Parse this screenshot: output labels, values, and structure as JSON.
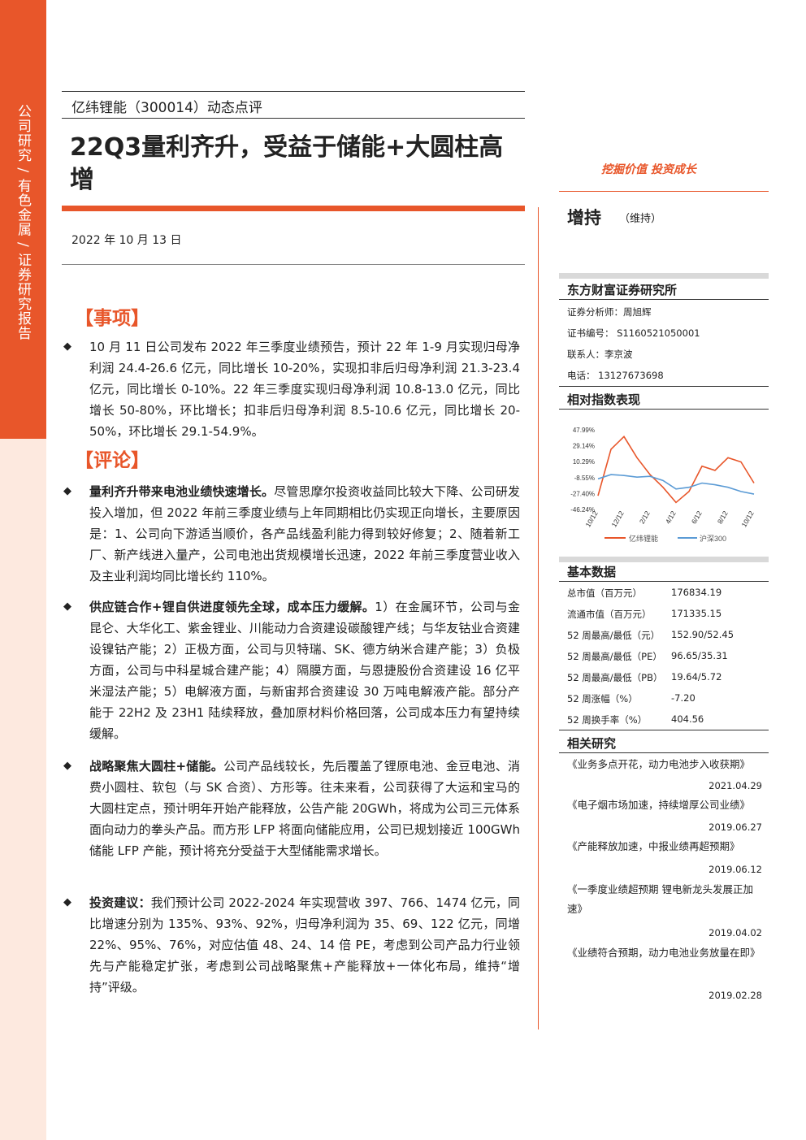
{
  "sidebar": {
    "text": "公司研究 / 有色金属 / 证券研究报告"
  },
  "header": {
    "report_type": "亿纬锂能（300014）动态点评",
    "headline": "22Q3量利齐升，受益于储能+大圆柱高增",
    "date": "2022 年 10 月 13 日"
  },
  "sections": {
    "event_title": "【事项】",
    "comment_title": "【评论】"
  },
  "event_bullet": "10 月 11 日公司发布 2022 年三季度业绩预告，预计 22 年 1-9 月实现归母净利润 24.4-26.6 亿元，同比增长 10-20%，实现扣非后归母净利润 21.3-23.4 亿元，同比增长 0-10%。22 年三季度实现归母净利润 10.8-13.0 亿元，同比增长 50-80%，环比增长；扣非后归母净利润 8.5-10.6 亿元，同比增长 20-50%，环比增长 29.1-54.9%。",
  "comments": [
    {
      "lead": "量利齐升带来电池业绩快速增长。",
      "body": "尽管思摩尔投资收益同比较大下降、公司研发投入增加，但 2022 年前三季度业绩与上年同期相比仍实现正向增长，主要原因是：1、公司向下游适当顺价，各产品线盈利能力得到较好修复；2、随着新工厂、新产线进入量产，公司电池出货规模增长迅速，2022 年前三季度营业收入及主业利润均同比增长约 110%。"
    },
    {
      "lead": "供应链合作+锂自供进度领先全球，成本压力缓解。",
      "body": "1）在金属环节，公司与金昆仑、大华化工、紫金锂业、川能动力合资建设碳酸锂产线；与华友钴业合资建设镍钴产能；2）正极方面，公司与贝特瑞、SK、德方纳米合建产能；3）负极方面，公司与中科星城合建产能；4）隔膜方面，与恩捷股份合资建设 16 亿平米湿法产能；5）电解液方面，与新宙邦合资建设 30 万吨电解液产能。部分产能于 22H2 及 23H1 陆续释放，叠加原材料价格回落，公司成本压力有望持续缓解。"
    },
    {
      "lead": "战略聚焦大圆柱+储能。",
      "body": "公司产品线较长，先后覆盖了锂原电池、金豆电池、消费小圆柱、软包（与 SK 合资）、方形等。往未来看，公司获得了大运和宝马的大圆柱定点，预计明年开始产能释放，公告产能 20GWh，将成为公司三元体系面向动力的拳头产品。而方形 LFP 将面向储能应用，公司已规划接近 100GWh 储能 LFP 产能，预计将充分受益于大型储能需求增长。"
    },
    {
      "lead": "投资建议：",
      "body": "我们预计公司 2022-2024 年实现营收 397、766、1474 亿元，同比增速分别为 135%、93%、92%，归母净利润为 35、69、122 亿元，同增 22%、95%、76%，对应估值 48、24、14 倍 PE，考虑到公司产品力行业领先与产能稳定扩张，考虑到公司战略聚焦+产能释放+一体化布局，维持“增持”评级。"
    }
  ],
  "right": {
    "slogan": "挖掘价值 投资成长",
    "rating": "增持",
    "rating_note": "（维持）",
    "institute": "东方财富证券研究所",
    "analyst": "证券分析师：周旭辉",
    "cert": "证书编号：  S1160521050001",
    "contact": "联系人：李京波",
    "phone": "电话：  13127673698",
    "perf_title": "相对指数表现",
    "basic_title": "基本数据",
    "related_title": "相关研究"
  },
  "chart_data": {
    "type": "line",
    "x": [
      "10/12",
      "11/12",
      "12/12",
      "1/12",
      "2/12",
      "3/12",
      "4/12",
      "5/12",
      "6/12",
      "7/12",
      "8/12",
      "9/12",
      "10/12"
    ],
    "xticks": [
      "10/12",
      "12/12",
      "2/12",
      "4/12",
      "6/12",
      "8/12",
      "10/12"
    ],
    "yticks": [
      "47.99%",
      "29.14%",
      "10.29%",
      "-8.55%",
      "-27.40%",
      "-46.24%"
    ],
    "ylim": [
      -46.24,
      47.99
    ],
    "series": [
      {
        "name": "亿纬锂能",
        "color": "#e8562a",
        "values": [
          -30,
          25,
          40,
          15,
          -5,
          -20,
          -38,
          -25,
          5,
          0,
          15,
          10,
          -15
        ]
      },
      {
        "name": "沪深300",
        "color": "#5b9bd5",
        "values": [
          -10,
          -5,
          -6,
          -8,
          -7,
          -12,
          -22,
          -20,
          -15,
          -17,
          -20,
          -25,
          -28
        ]
      }
    ]
  },
  "basic_data": [
    {
      "k": "总市值（百万元）",
      "v": "176834.19"
    },
    {
      "k": "流通市值（百万元）",
      "v": "171335.15"
    },
    {
      "k": "52 周最高/最低（元）",
      "v": "152.90/52.45"
    },
    {
      "k": "52 周最高/最低（PE）",
      "v": "96.65/35.31"
    },
    {
      "k": "52 周最高/最低（PB）",
      "v": "19.64/5.72"
    },
    {
      "k": "52 周涨幅（%）",
      "v": "-7.20"
    },
    {
      "k": "52 周换手率（%）",
      "v": "404.56"
    }
  ],
  "related": [
    {
      "title": "《业务多点开花，动力电池步入收获期》",
      "date": "2021.04.29"
    },
    {
      "title": "《电子烟市场加速，持续增厚公司业绩》",
      "date": "2019.06.27"
    },
    {
      "title": "《产能释放加速，中报业绩再超预期》",
      "date": "2019.06.12"
    },
    {
      "title": "《一季度业绩超预期 锂电新龙头发展正加速》",
      "date": "2019.04.02"
    },
    {
      "title": "《业绩符合预期，动力电池业务放量在即》",
      "date": "2019.02.28"
    }
  ]
}
